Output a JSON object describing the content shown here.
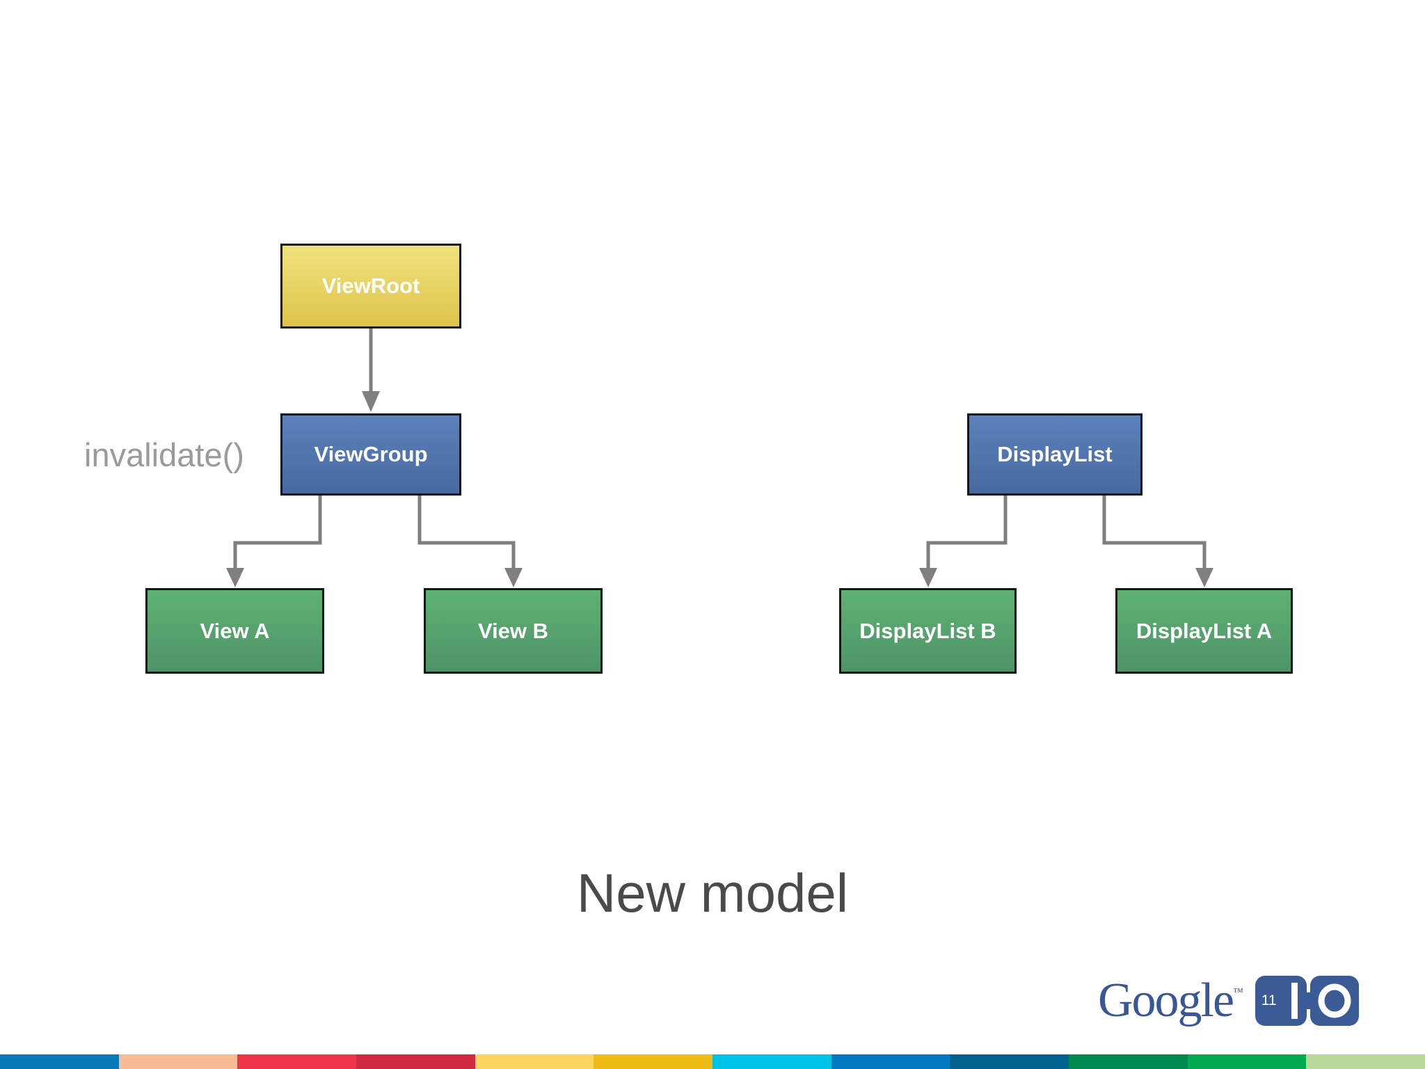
{
  "slide": {
    "title": "New model"
  },
  "diagram": {
    "annotation": "invalidate()",
    "nodes": {
      "viewroot": "ViewRoot",
      "viewgroup": "ViewGroup",
      "view_a": "View A",
      "view_b": "View B",
      "displaylist": "DisplayList",
      "displaylist_b": "DisplayList B",
      "displaylist_a": "DisplayList A"
    },
    "edges": [
      [
        "viewroot",
        "viewgroup"
      ],
      [
        "viewgroup",
        "view_a"
      ],
      [
        "viewgroup",
        "view_b"
      ],
      [
        "displaylist",
        "displaylist_b"
      ],
      [
        "displaylist",
        "displaylist_a"
      ]
    ],
    "colors": {
      "yellow_box_top": "#f0e27e",
      "yellow_box_bottom": "#ddc44c",
      "blue_box_top": "#5b82bd",
      "blue_box_bottom": "#47699e",
      "green_box_top": "#5fb173",
      "green_box_bottom": "#4f9468",
      "connector_gray": "#7f7f7f",
      "annotation_gray": "#9a9a9a",
      "title_gray": "#4a4a4a"
    }
  },
  "footer": {
    "logo_text": "Google",
    "trademark": "™",
    "badge_year": "11",
    "logo_navy": "#3b5b97",
    "stripe_colors": [
      "#0b79b8",
      "#f7bb96",
      "#ee3448",
      "#d02a43",
      "#fdd55e",
      "#f0bc16",
      "#00c3e8",
      "#0278c2",
      "#03618e",
      "#018a50",
      "#01aa4f",
      "#b8d89b"
    ]
  }
}
